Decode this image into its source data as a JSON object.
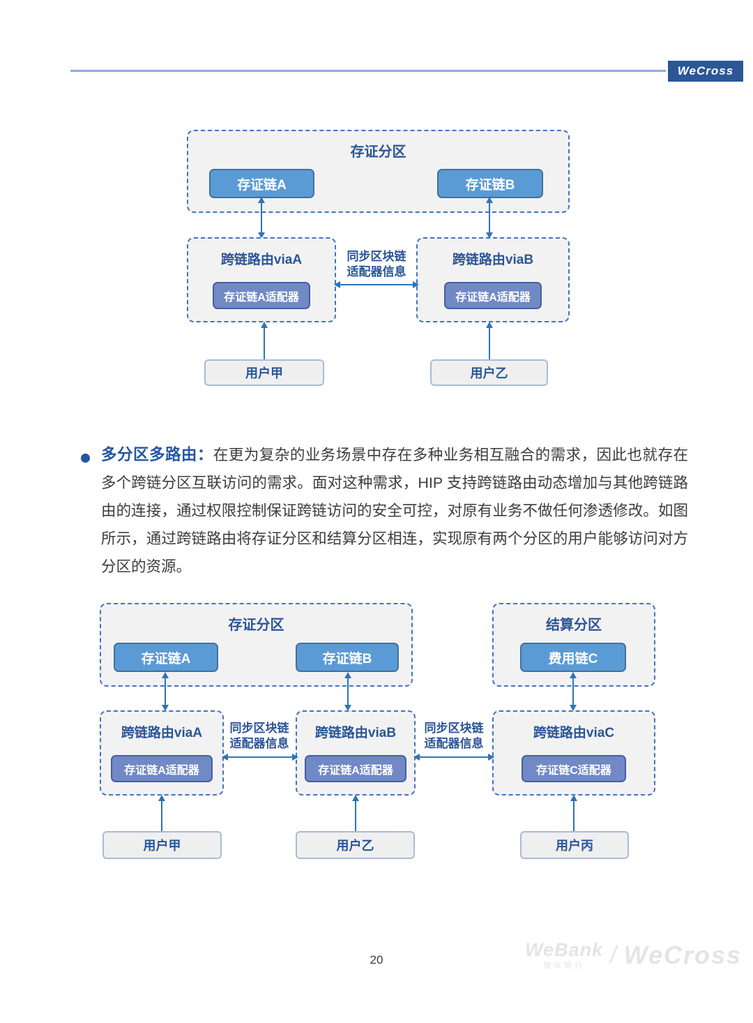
{
  "header": {
    "logo_text": "WeCross"
  },
  "colors": {
    "accent_arrow": "#2E74B5",
    "chain_box_fill": "#5B9BD5",
    "chain_box_border": "#41719C",
    "adapter_box_fill": "#7189C4",
    "adapter_box_border": "#44609F",
    "dashed_border": "#4472C4",
    "container_fill": "#F2F2F2",
    "title_blue": "#2A5597",
    "logo_bg": "#2B5797"
  },
  "diagram1": {
    "partition_title": "存证分区",
    "chain_a": "存证链A",
    "chain_b": "存证链B",
    "router_a_title": "跨链路由viaA",
    "router_a_adapter": "存证链A适配器",
    "router_b_title": "跨链路由viaB",
    "router_b_adapter": "存证链A适配器",
    "sync_line1": "同步区块链",
    "sync_line2": "适配器信息",
    "user_a": "用户甲",
    "user_b": "用户乙"
  },
  "paragraph": {
    "bullet_title": "多分区多路由：",
    "body": "在更为复杂的业务场景中存在多种业务相互融合的需求，因此也就存在多个跨链分区互联访问的需求。面对这种需求，HIP 支持跨链路由动态增加与其他跨链路由的连接，通过权限控制保证跨链访问的安全可控，对原有业务不做任何渗透修改。如图所示，通过跨链路由将存证分区和结算分区相连，实现原有两个分区的用户能够访问对方分区的资源。"
  },
  "diagram2": {
    "partition1_title": "存证分区",
    "partition2_title": "结算分区",
    "chain_a": "存证链A",
    "chain_b": "存证链B",
    "chain_c": "费用链C",
    "router_a_title": "跨链路由viaA",
    "router_a_adapter": "存证链A适配器",
    "router_b_title": "跨链路由viaB",
    "router_b_adapter": "存证链A适配器",
    "router_c_title": "跨链路由viaC",
    "router_c_adapter": "存证链C适配器",
    "sync1_line1": "同步区块链",
    "sync1_line2": "适配器信息",
    "sync2_line1": "同步区块链",
    "sync2_line2": "适配器信息",
    "user_a": "用户甲",
    "user_b": "用户乙",
    "user_c": "用户丙"
  },
  "footer": {
    "page_number": "20",
    "watermark_webank": "WeBank",
    "watermark_webank_cn": "微众银行",
    "watermark_divider": "/",
    "watermark_wecross": "WeCross"
  }
}
